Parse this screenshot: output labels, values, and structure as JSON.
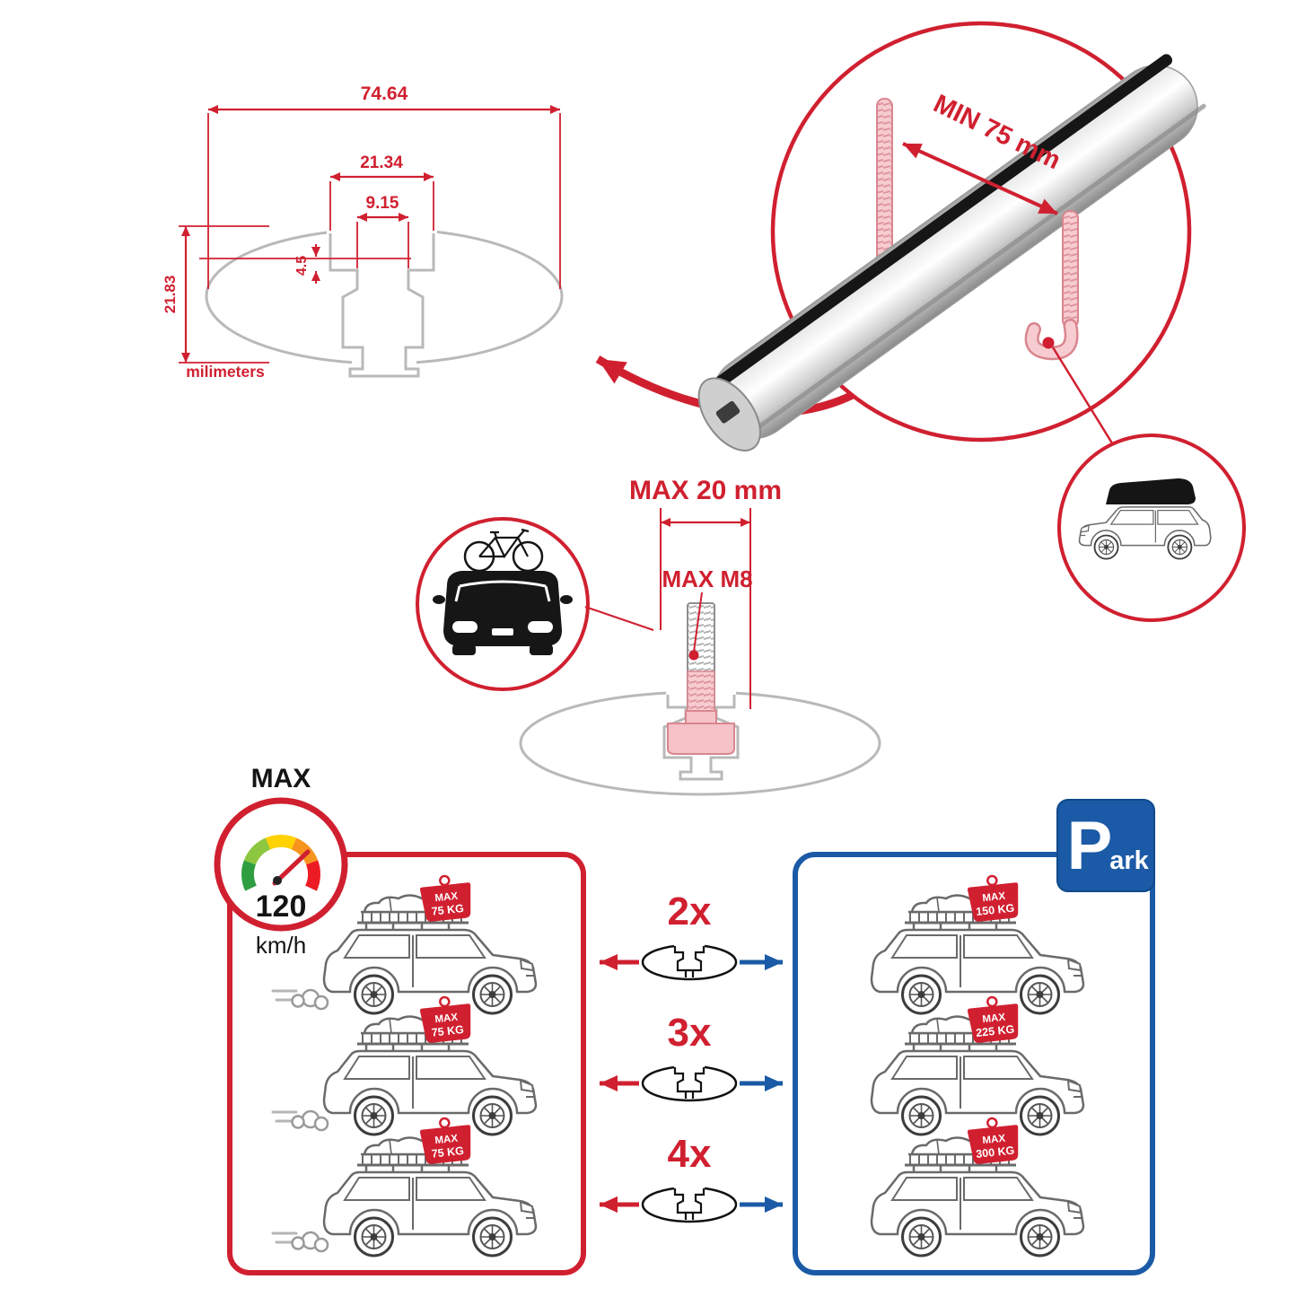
{
  "colors": {
    "accent_red": "#d02030",
    "accent_blue": "#1a5aa6",
    "outline_gray": "#b9b9b9"
  },
  "profile_dimensions": {
    "total_width": "74.64",
    "channel_width": "21.34",
    "slot_width": "9.15",
    "recess_depth": "4.5",
    "total_height": "21.83",
    "unit_label": "milimeters"
  },
  "clamp_detail": {
    "min_span_label": "MIN 75 mm"
  },
  "bolt_detail": {
    "max_width_label": "MAX 20 mm",
    "max_thread_label": "MAX M8"
  },
  "speed_limit": {
    "title": "MAX",
    "value": "120",
    "unit": "km/h"
  },
  "parking_sign": {
    "letter": "P",
    "suffix": "ark"
  },
  "driving_panel": {
    "cars": [
      {
        "badge_title": "MAX",
        "badge_load": "75 KG"
      },
      {
        "badge_title": "MAX",
        "badge_load": "75 KG"
      },
      {
        "badge_title": "MAX",
        "badge_load": "75 KG"
      }
    ]
  },
  "parked_panel": {
    "cars": [
      {
        "badge_title": "MAX",
        "badge_load": "150 KG"
      },
      {
        "badge_title": "MAX",
        "badge_load": "225 KG"
      },
      {
        "badge_title": "MAX",
        "badge_load": "300 KG"
      }
    ]
  },
  "bar_multipliers": [
    {
      "label": "2x"
    },
    {
      "label": "3x"
    },
    {
      "label": "4x"
    }
  ]
}
